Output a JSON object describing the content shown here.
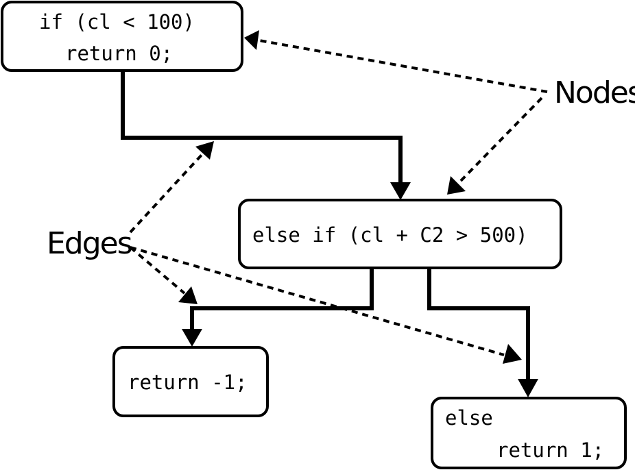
{
  "nodes": {
    "if_node": {
      "line1": "if (cl < 100)",
      "line2": "return 0;"
    },
    "else_if_node": {
      "line1": "else if (cl + C2 > 500)"
    },
    "return_minus_one_node": {
      "line1": "return -1;"
    },
    "else_node": {
      "line1": "else",
      "line2": "return 1;"
    }
  },
  "labels": {
    "nodes": "Nodes",
    "edges": "Edges"
  },
  "colors": {
    "ink": "#000000",
    "background": "#ffffff"
  }
}
